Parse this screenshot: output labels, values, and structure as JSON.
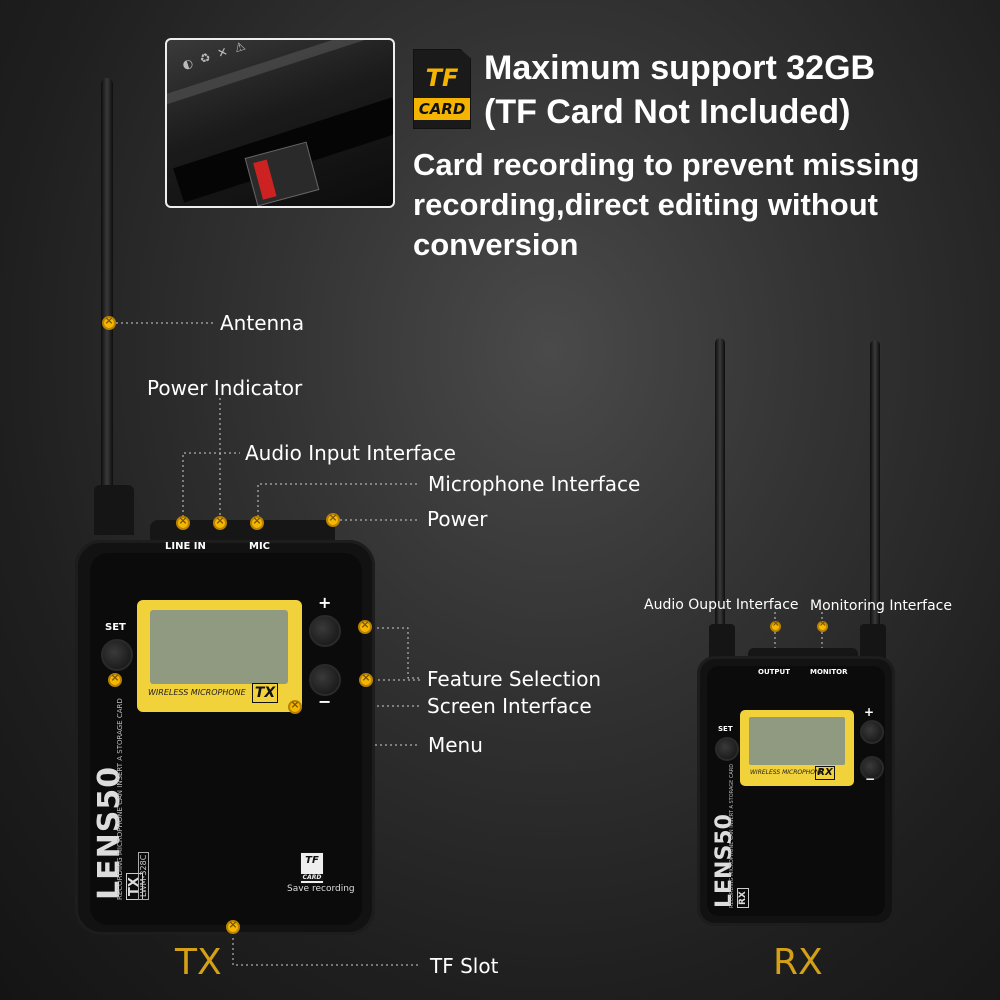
{
  "header": {
    "tf_icon": {
      "top": "TF",
      "bottom": "CARD"
    },
    "headline_1": "Maximum support 32GB",
    "headline_2": "(TF Card Not Included)",
    "description": "Card recording to prevent missing recording,direct editing without conversion"
  },
  "callouts": {
    "antenna": "Antenna",
    "power_indicator": "Power Indicator",
    "audio_input": "Audio Input Interface",
    "microphone": "Microphone Interface",
    "power": "Power",
    "feature_selection": "Feature Selection",
    "screen": "Screen Interface",
    "menu": "Menu",
    "tf_slot": "TF Slot",
    "audio_output": "Audio Ouput Interface",
    "monitoring": "Monitoring Interface"
  },
  "tx": {
    "label": "TX",
    "port_line_in": "LINE IN",
    "port_mic": "MIC",
    "set": "SET",
    "plus": "+",
    "minus": "−",
    "screen_label": "WIRELESS MICROPHONE",
    "badge": "TX",
    "brand": "LENS50",
    "brand_sub": "RECORDING MICROPHONE CAN INSERT A STORAGE CARD",
    "model": "LWM-328C",
    "tag": "TX",
    "tf_small": {
      "top": "TF",
      "bottom": "CARD"
    },
    "save": "Save recording"
  },
  "rx": {
    "label": "RX",
    "port_output": "OUTPUT",
    "port_monitor": "MONITOR",
    "set": "SET",
    "plus": "+",
    "minus": "−",
    "screen_label": "WIRELESS MICROPHONE",
    "badge": "RX",
    "brand": "LENS50",
    "brand_sub": "RECORDING MICROPHONE CAN INSERT A STORAGE CARD",
    "tag": "RX"
  },
  "colors": {
    "accent": "#f5b800",
    "label_gold": "#d4a017",
    "screen_frame": "#f2d23a"
  }
}
